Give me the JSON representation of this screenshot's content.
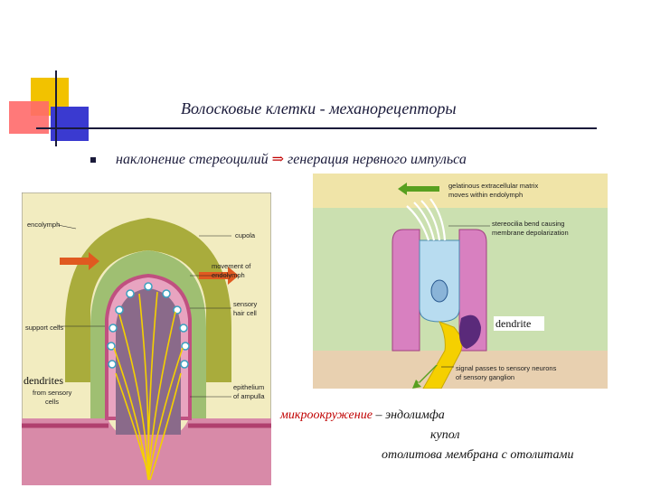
{
  "slide": {
    "title": "Волосковые клетки - механорецепторы",
    "bullet": {
      "lead": "наклонение стереоцилий",
      "arrow": "⇒",
      "tail": "генерация нервного импульса"
    },
    "notes": {
      "line1_key": "микроокружение",
      "line1_rest": " – эндолимфа",
      "line2": "купол",
      "line3": "отолитова мембрана с отолитами"
    }
  },
  "left_figure": {
    "labels": {
      "endolymph": "encolymph",
      "cupola": "cupola",
      "movement1": "movement of",
      "movement2": "endolymph",
      "sensory1": "sensory",
      "sensory2": "hair cell",
      "support": "support cells",
      "dendrites": "dendrites",
      "from1": "from sensory",
      "from2": "cells",
      "epi1": "epithelium",
      "epi2": "of ampulla"
    }
  },
  "right_figure": {
    "labels": {
      "gel1": "gelatinous extracellular matrix",
      "gel2": "moves within endolymph",
      "stereo1": "stereocilia bend causing",
      "stereo2": "membrane depolarization",
      "dendrite": "dendrite",
      "signal1": "signal passes to sensory neurons",
      "signal2": "of sensory ganglion"
    }
  },
  "colors": {
    "deco_yellow": "#f2c200",
    "deco_red": "#ff6a6a",
    "deco_blue": "#3a3ad0",
    "figure_bg": "#f2ecc0",
    "cupola_olive": "#a9ac3c",
    "tissue_pink": "#d46a9a",
    "nerve_yellow": "#f5d000"
  }
}
